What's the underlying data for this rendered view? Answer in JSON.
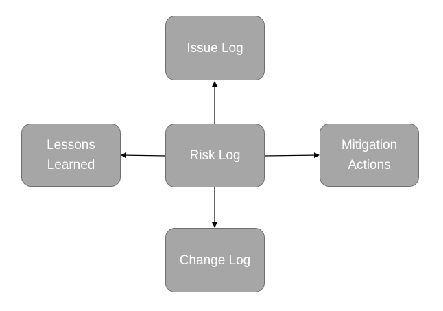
{
  "colors": {
    "box_fill": "#a6a6a6",
    "box_border": "#6e6e6e",
    "box_text": "#ffffff",
    "arrow": "#000000"
  },
  "nodes": {
    "risk_log": "Risk Log",
    "issue_log": "Issue Log",
    "lessons_learned": "Lessons\nLearned",
    "mitigation_actions": "Mitigation\nActions",
    "change_log": "Change Log"
  },
  "edges": [
    {
      "from": "risk_log",
      "to": "issue_log"
    },
    {
      "from": "risk_log",
      "to": "lessons_learned"
    },
    {
      "from": "risk_log",
      "to": "mitigation_actions"
    },
    {
      "from": "risk_log",
      "to": "change_log"
    }
  ]
}
